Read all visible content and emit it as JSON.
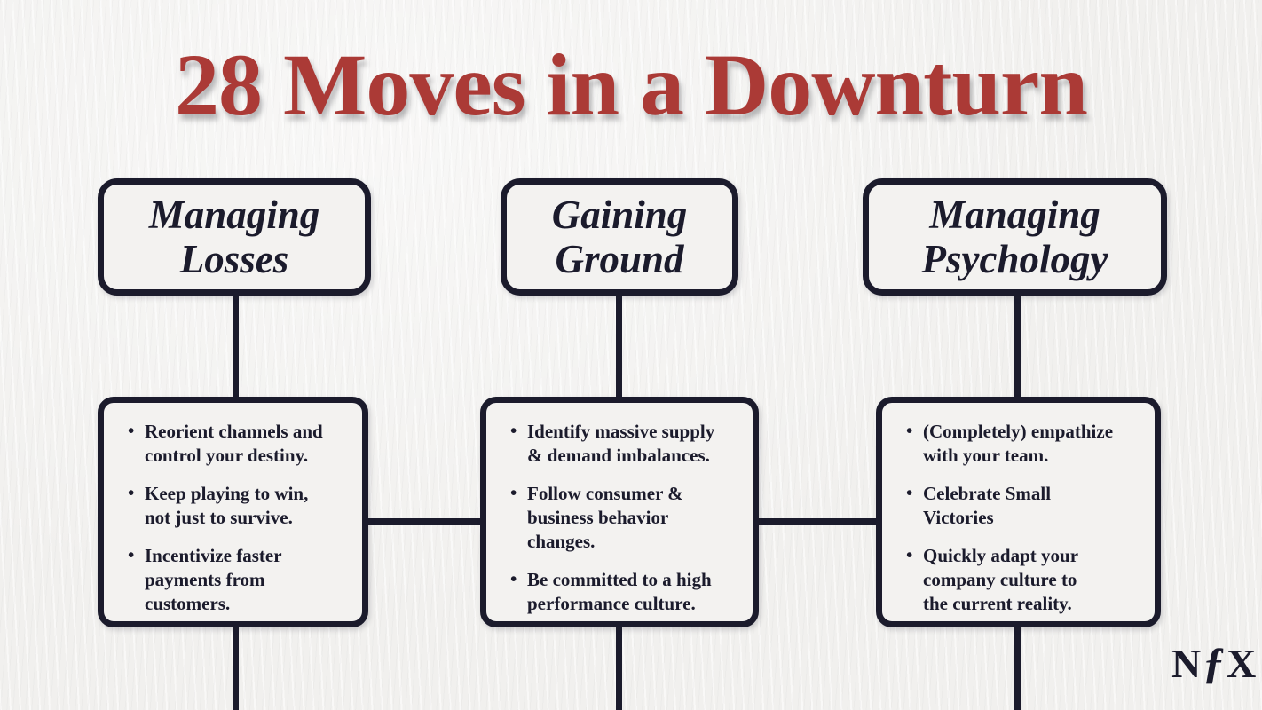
{
  "title": "28 Moves in a Downturn",
  "colors": {
    "accent_red": "#ab3a36",
    "line_dark": "#1b1b2c",
    "background": "#f1f0ee",
    "box_fill": "#f3f2f0"
  },
  "columns": [
    {
      "header": "Managing\nLosses",
      "bullets": [
        "Reorient channels and\ncontrol your destiny.",
        "Keep playing to win,\nnot just to survive.",
        "Incentivize faster\npayments from\ncustomers."
      ]
    },
    {
      "header": "Gaining\nGround",
      "bullets": [
        "Identify massive supply\n& demand imbalances.",
        "Follow consumer &\nbusiness behavior\nchanges.",
        "Be committed to a high\nperformance culture."
      ]
    },
    {
      "header": "Managing\nPsychology",
      "bullets": [
        "(Completely) empathize\nwith your team.",
        "Celebrate Small\nVictories",
        "Quickly adapt your\ncompany culture to\nthe current reality."
      ]
    }
  ],
  "logo": {
    "text": "NfX",
    "glyphs": [
      "N",
      "ƒ",
      "X"
    ]
  }
}
